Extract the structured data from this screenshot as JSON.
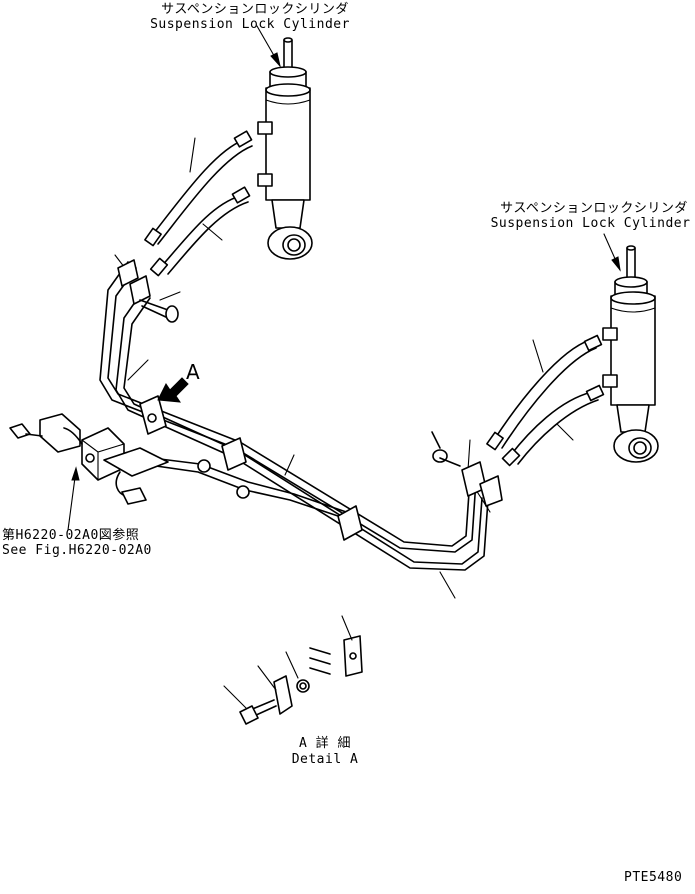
{
  "labels": {
    "cylinder_top_jp": "サスペンションロックシリンダ",
    "cylinder_top_en": "Suspension Lock Cylinder",
    "cylinder_right_jp": "サスペンションロックシリンダ",
    "cylinder_right_en": "Suspension Lock Cylinder",
    "view_marker": "A",
    "ref_jp": "第H6220-02A0図参照",
    "ref_en": "See Fig.H6220-02A0",
    "detail_jp": "A 詳 細",
    "detail_en": "Detail A",
    "drawing_code": "PTE5480"
  }
}
